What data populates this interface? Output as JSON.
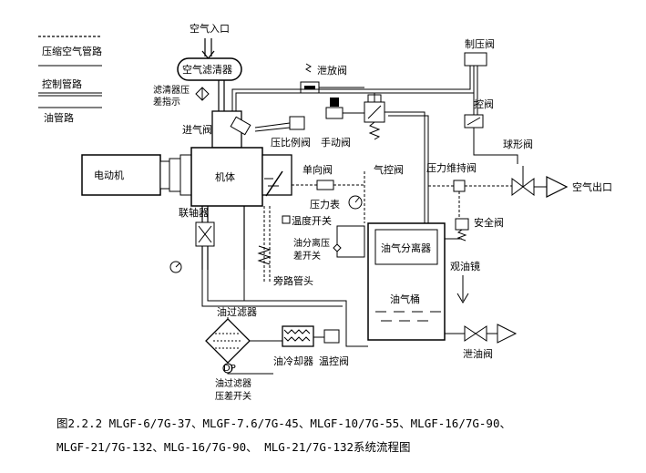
{
  "legend": {
    "compressed_air": "压缩空气管路",
    "control": "控制管路",
    "oil": "油管路"
  },
  "labels": {
    "air_inlet": "空气入口",
    "air_filter": "空气滤清器",
    "filter_pressure_indicator": "滤清器压\n差指示",
    "intake_valve": "进气阀",
    "pressure_ratio_valve": "压比例阀",
    "vent_valve": "泄放阀",
    "manual_valve": "手动阀",
    "solenoid_valve": "制压阀",
    "control_valve": "控阀",
    "ball_valve": "球形阀",
    "air_outlet": "空气出口",
    "motor": "电动机",
    "coupling": "联轴器",
    "airend": "机体",
    "check_valve": "单向阀",
    "air_control_valve": "气控阀",
    "pressure_maintaining_valve": "压力维持阀",
    "pressure_gauge": "压力表",
    "temp_switch": "温度开关",
    "safety_valve": "安全阀",
    "oil_separator": "油气分离器",
    "sep_pressure_switch": "油分离压\n差开关",
    "bypass": "旁路管头",
    "sight_glass": "观油镜",
    "oil_tank": "油气桶",
    "drain_valve": "泄油阀",
    "oil_filter": "油过滤器",
    "oil_cooler": "油冷却器",
    "thermo_valve": "温控阀",
    "oil_filter_switch": "油过滤器\n压差开关",
    "dp_marker": "DP"
  },
  "caption": {
    "line1": "图2.2.2 MLGF-6/7G-37、MLGF-7.6/7G-45、MLGF-10/7G-55、MLGF-16/7G-90、",
    "line2": "MLGF-21/7G-132、MLG-16/7G-90、 MLG-21/7G-132系统流程图"
  }
}
